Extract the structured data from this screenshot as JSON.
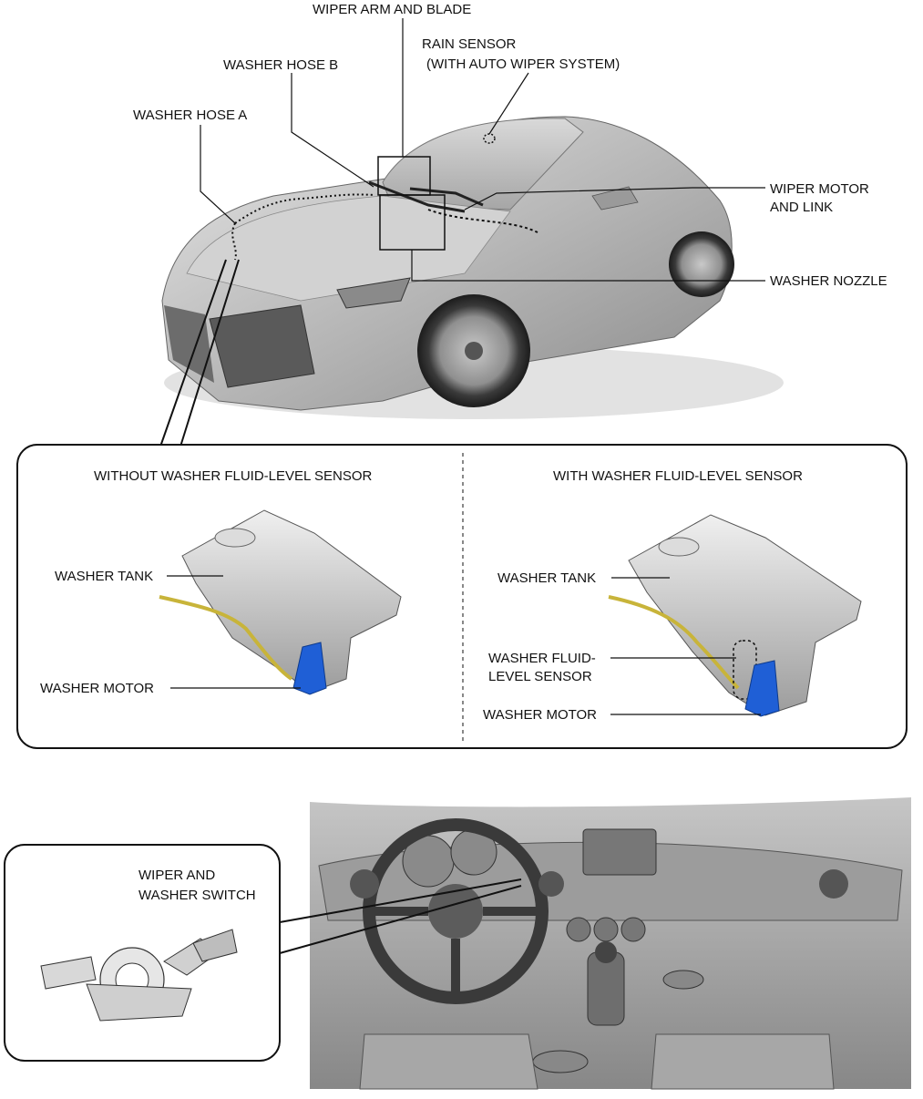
{
  "labels": {
    "wiper_arm_blade": "WIPER ARM AND BLADE",
    "rain_sensor_1": "RAIN SENSOR",
    "rain_sensor_2": "(WITH AUTO WIPER SYSTEM)",
    "washer_hose_b": "WASHER HOSE B",
    "washer_hose_a": "WASHER HOSE A",
    "wiper_motor_1": "WIPER MOTOR",
    "wiper_motor_2": "AND LINK",
    "washer_nozzle": "WASHER NOZZLE"
  },
  "left_panel": {
    "title": "WITHOUT WASHER FLUID-LEVEL SENSOR",
    "washer_tank": "WASHER TANK",
    "washer_motor": "WASHER MOTOR"
  },
  "right_panel": {
    "title": "WITH WASHER FLUID-LEVEL SENSOR",
    "washer_tank": "WASHER TANK",
    "sensor_1": "WASHER FLUID-",
    "sensor_2": "LEVEL SENSOR",
    "washer_motor": "WASHER MOTOR"
  },
  "switch_callout": {
    "line1": "WIPER AND",
    "line2": "WASHER SWITCH"
  },
  "colors": {
    "motor_blue": "#1f5fd6",
    "hose_yellow": "#c8b43a",
    "body_gray": "#b9b9b9"
  }
}
